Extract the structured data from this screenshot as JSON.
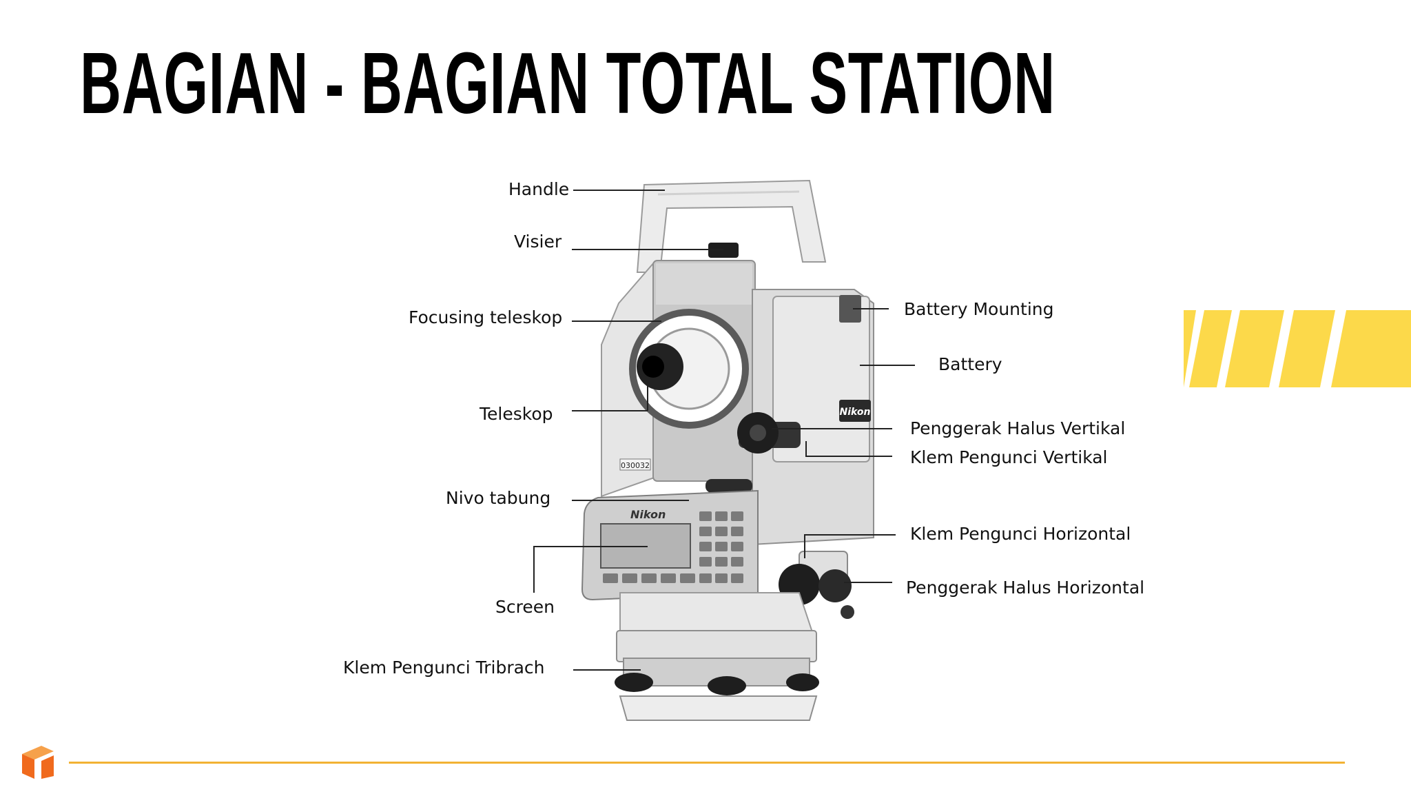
{
  "title": "BAGIAN - BAGIAN TOTAL STATION",
  "colors": {
    "accent_yellow": "#fcd94a",
    "rule_orange": "#f2b233",
    "logo_orange": "#f06a1d",
    "instrument_light": "#ececec",
    "instrument_mid": "#bdbdbd",
    "instrument_dark": "#1e1e1e"
  },
  "labels": {
    "handle": "Handle",
    "visier": "Visier",
    "focusing": "Focusing teleskop",
    "teleskop": "Teleskop",
    "nivo": "Nivo tabung",
    "screen": "Screen",
    "tribrach": "Klem Pengunci Tribrach",
    "battery_mounting": "Battery Mounting",
    "battery": "Battery",
    "halus_vertikal": "Penggerak Halus Vertikal",
    "klem_vertikal": "Klem Pengunci Vertikal",
    "klem_horizontal": "Klem Pengunci Horizontal",
    "halus_horizontal": "Penggerak Halus Horizontal"
  },
  "device": {
    "brand_side": "Nikon",
    "brand_panel": "Nikon",
    "serial": "030032"
  },
  "icons": {
    "logo": "brand-logo-icon"
  }
}
